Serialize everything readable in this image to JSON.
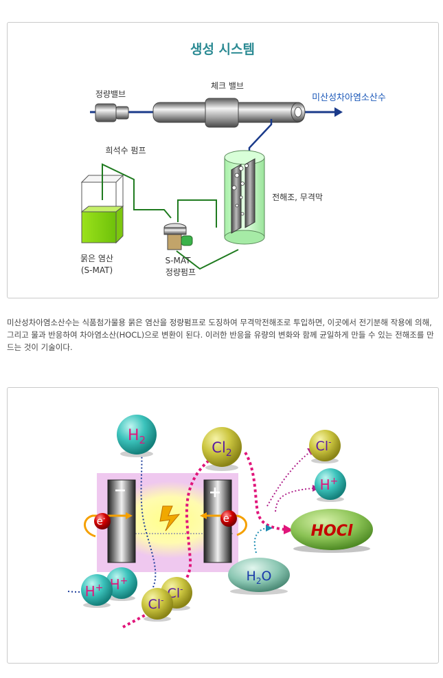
{
  "diagram1": {
    "title": "생성 시스템",
    "labels": {
      "metering_valve": "정량밸브",
      "check_valve": "체크 밸브",
      "output": "미산성차아염소산수",
      "dilution_pump": "희석수 펌프",
      "electrolyzer": "전해조, 무격막",
      "acid_line1": "묽은 염산",
      "acid_line2": "(S-MAT)",
      "pump_line1": "S-MAT",
      "pump_line2": "정량펌프"
    }
  },
  "description": "미산성차아염소산수는 식품첨가물용 묽은 염산을 정량펌프로 도징하여 무격막전해조로 투입하면, 이곳에서 전기분해 작용에 의해, 그리고 물과 반응하여 차아염소산(HOCL)으로 변환이 된다. 이러한 반응을 유량의 변화와 함께 균일하게 만들 수 있는 전해조를 만드는 것이 기술이다.",
  "diagram2": {
    "molecules": {
      "h2": "H",
      "h2_sub": "2",
      "cl2": "Cl",
      "cl2_sub": "2",
      "cl_minus": "Cl",
      "minus_sup": "-",
      "h_plus": "H",
      "plus_sup": "+",
      "hocl": "HOCl",
      "h2o_h": "H",
      "h2o_sub": "2",
      "h2o_o": "O",
      "electron": "e",
      "electrode_neg": "−",
      "electrode_pos": "+"
    },
    "colors": {
      "teal_ball": "#2fb3ad",
      "olive_ball": "#c8c23a",
      "hocl_ball": "#7fb24a",
      "h2o_ball": "#7fb8a6",
      "electron": "#c80000",
      "chamber": "#efc8ef",
      "magenta_text": "#e0157a"
    }
  }
}
